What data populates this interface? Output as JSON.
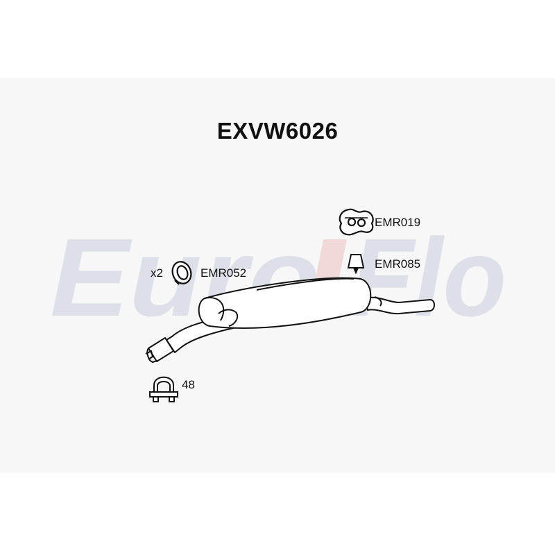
{
  "diagram": {
    "part_number": "EXVW6026",
    "watermark": {
      "brand_left": "Euro",
      "brand_right": "Flo"
    },
    "components": [
      {
        "code": "EMR019"
      },
      {
        "code": "EMR085"
      },
      {
        "code": "EMR052",
        "quantity": "x2"
      },
      {
        "code": "48"
      }
    ]
  }
}
